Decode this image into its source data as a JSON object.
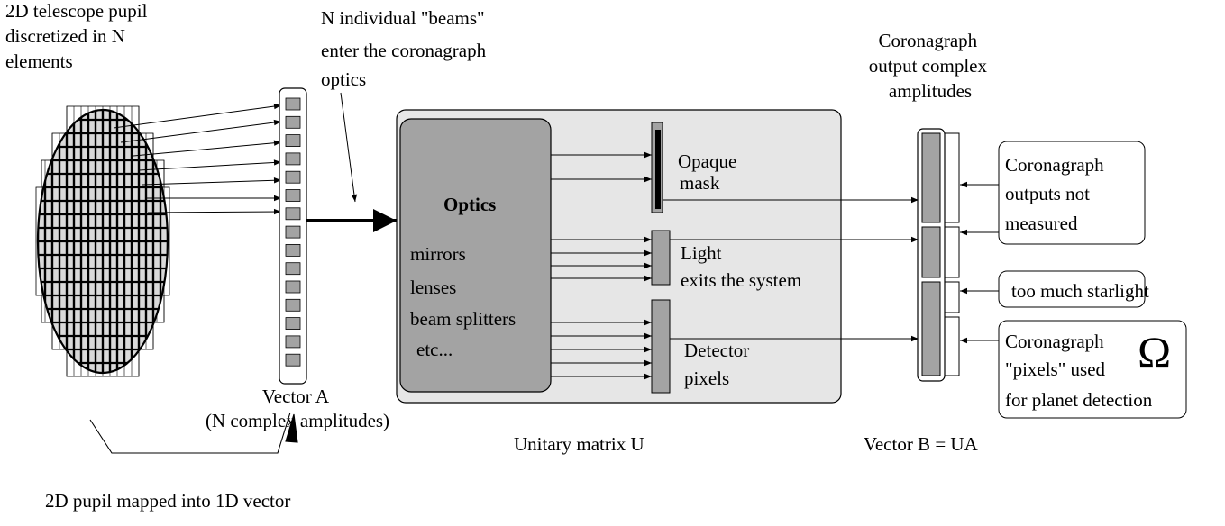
{
  "title_pupil": [
    "2D telescope pupil",
    "discretized in N",
    "elements"
  ],
  "beams_note": [
    "N individual \"beams\"",
    "enter the coronagraph",
    "optics"
  ],
  "vector_a": [
    "Vector A",
    "(N complex amplitudes)"
  ],
  "mapping_note": "2D pupil mapped into 1D vector",
  "optics": {
    "title": "Optics",
    "items": [
      "mirrors",
      "lenses",
      "beam splitters",
      "etc..."
    ]
  },
  "opaque_mask": [
    "Opaque",
    "mask"
  ],
  "light_exits": [
    "Light",
    "exits the system"
  ],
  "detector": [
    "Detector",
    "pixels"
  ],
  "unitary": "Unitary matrix U",
  "output_title": [
    "Coronagraph",
    "output complex",
    "amplitudes"
  ],
  "vector_b": "Vector B = UA",
  "boxes": {
    "not_measured": [
      "Coronagraph",
      "outputs not",
      "measured"
    ],
    "starlight": "too much starlight",
    "pixels_used": [
      "Coronagraph",
      "\"pixels\" used",
      "for planet detection"
    ]
  },
  "omega_symbol": "Ω",
  "colors": {
    "pupil_fill": "#d9d9d9",
    "optics_block": "#a3a3a3",
    "matrix_bg": "#e6e6e6",
    "cell_fill": "#a3a3a3",
    "line": "#000000"
  }
}
